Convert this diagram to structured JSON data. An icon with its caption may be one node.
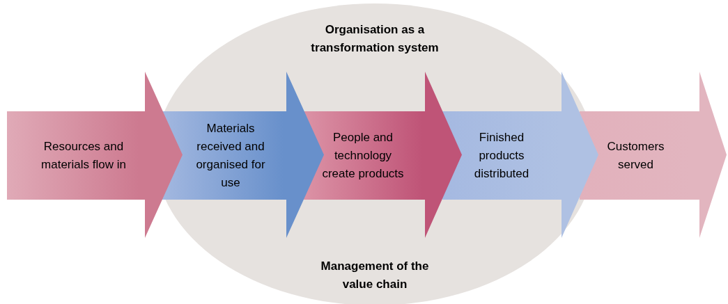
{
  "diagram": {
    "nodes": [
      {
        "text": [
          "Organisation as a transformation system",
          "Management of the value chain"
        ]
      },
      {
        "text": [
          "Resources and materials flow in"
        ]
      },
      {
        "text": [
          "Materials received and organised for use"
        ],
        "in": 0
      },
      {
        "text": [
          "People and technology create products"
        ],
        "in": 0
      },
      {
        "text": [
          "Finished products distributed"
        ],
        "in": 0
      },
      {
        "text": [
          "Customers served"
        ]
      }
    ],
    "edges": []
  }
}
